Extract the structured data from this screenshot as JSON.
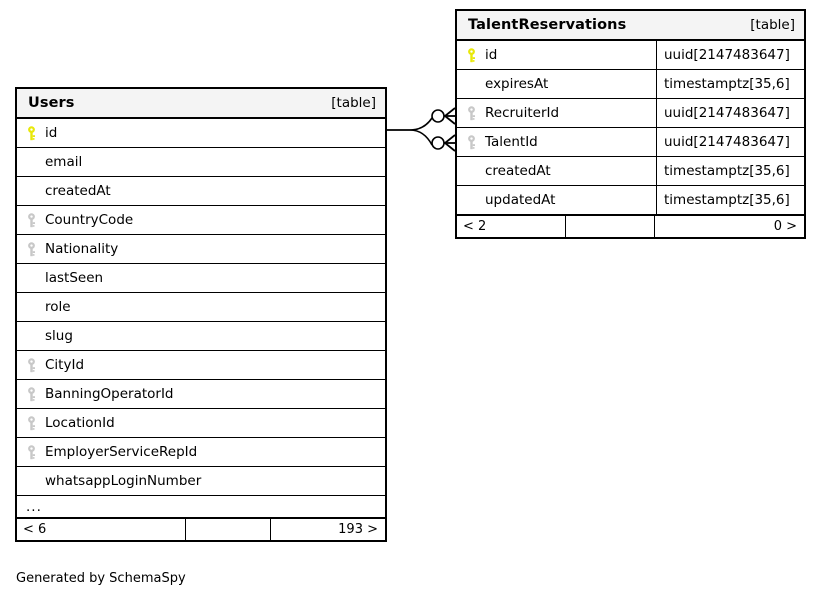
{
  "diagram": {
    "caption": "Generated by SchemaSpy",
    "key_colors": {
      "primary_key": "#e8e80a",
      "foreign_key": "#c8c8c8"
    },
    "tables": [
      {
        "id": "users",
        "name": "Users",
        "kind": "[table]",
        "has_type_column": false,
        "ellipsis": "...",
        "columns": [
          {
            "name": "id",
            "key": "primary",
            "type": ""
          },
          {
            "name": "email",
            "key": "none",
            "type": ""
          },
          {
            "name": "createdAt",
            "key": "none",
            "type": ""
          },
          {
            "name": "CountryCode",
            "key": "foreign",
            "type": ""
          },
          {
            "name": "Nationality",
            "key": "foreign",
            "type": ""
          },
          {
            "name": "lastSeen",
            "key": "none",
            "type": ""
          },
          {
            "name": "role",
            "key": "none",
            "type": ""
          },
          {
            "name": "slug",
            "key": "none",
            "type": ""
          },
          {
            "name": "CityId",
            "key": "foreign",
            "type": ""
          },
          {
            "name": "BanningOperatorId",
            "key": "foreign",
            "type": ""
          },
          {
            "name": "LocationId",
            "key": "foreign",
            "type": ""
          },
          {
            "name": "EmployerServiceRepId",
            "key": "foreign",
            "type": ""
          },
          {
            "name": "whatsappLoginNumber",
            "key": "none",
            "type": ""
          }
        ],
        "footer": {
          "prev": "< 6",
          "middle": "",
          "next": "193 >"
        }
      },
      {
        "id": "talentreservations",
        "name": "TalentReservations",
        "kind": "[table]",
        "has_type_column": true,
        "ellipsis": "",
        "columns": [
          {
            "name": "id",
            "key": "primary",
            "type": "uuid[2147483647]"
          },
          {
            "name": "expiresAt",
            "key": "none",
            "type": "timestamptz[35,6]"
          },
          {
            "name": "RecruiterId",
            "key": "foreign",
            "type": "uuid[2147483647]"
          },
          {
            "name": "TalentId",
            "key": "foreign",
            "type": "uuid[2147483647]"
          },
          {
            "name": "createdAt",
            "key": "none",
            "type": "timestamptz[35,6]"
          },
          {
            "name": "updatedAt",
            "key": "none",
            "type": "timestamptz[35,6]"
          }
        ],
        "footer": {
          "prev": "< 2",
          "middle": "",
          "next": "0 >"
        }
      }
    ],
    "relationships": [
      {
        "from_table": "Users",
        "from_column": "id",
        "to_table": "TalentReservations",
        "to_column": "RecruiterId"
      },
      {
        "from_table": "Users",
        "from_column": "id",
        "to_table": "TalentReservations",
        "to_column": "TalentId"
      }
    ]
  }
}
